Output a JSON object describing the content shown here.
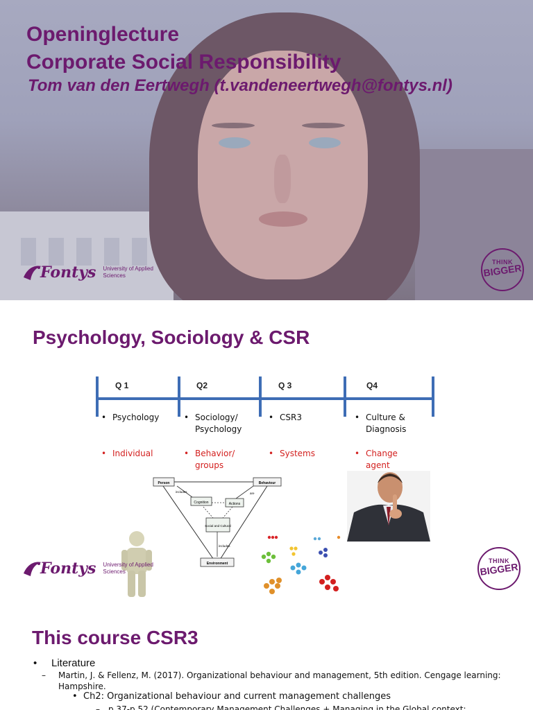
{
  "slide1": {
    "title_line1": "Openinglecture",
    "title_line2": "Corporate Social Responsibility",
    "subtitle": "Tom van den Eertwegh (t.vandeneertwegh@fontys.nl)",
    "logo_word": "Fontys",
    "logo_tag": "University of Applied Sciences",
    "think_line1": "THINK",
    "think_line2": "BIGGER"
  },
  "slide2": {
    "title": "Psychology, Sociology & CSR",
    "quarters": [
      "Q 1",
      "Q2",
      "Q 3",
      "Q4"
    ],
    "topics": [
      "Psychology",
      "Sociology/ Psychology",
      "CSR3",
      "Culture & Diagnosis"
    ],
    "levels": [
      "Individual",
      "Behavior/ groups",
      "Systems",
      "Change agent"
    ],
    "diagram": {
      "person": "Person",
      "behaviour": "Behaviour",
      "cognition": "Cognition",
      "actions": "Actions",
      "social": "Social and Cultural",
      "environment": "Environment",
      "includes": "includes",
      "are": "are"
    },
    "logo_word": "Fontys",
    "logo_tag": "University of Applied Sciences",
    "think_line1": "THINK",
    "think_line2": "BIGGER"
  },
  "slide3": {
    "title": "This course CSR3",
    "bullet": "Literature",
    "reference": "Martin, J. & Fellenz, M. (2017). Organizational behaviour and management, 5th edition. Cengage learning: Hampshire.",
    "chapter": "Ch2: Organizational behaviour and current management challenges",
    "pages": "p.37-p.52 (Contemporary Management Challenges + Managing in the Global context;"
  },
  "colors": {
    "purple": "#6c1a6e",
    "timeline_blue": "#3e6db5",
    "red": "#d3201f"
  }
}
